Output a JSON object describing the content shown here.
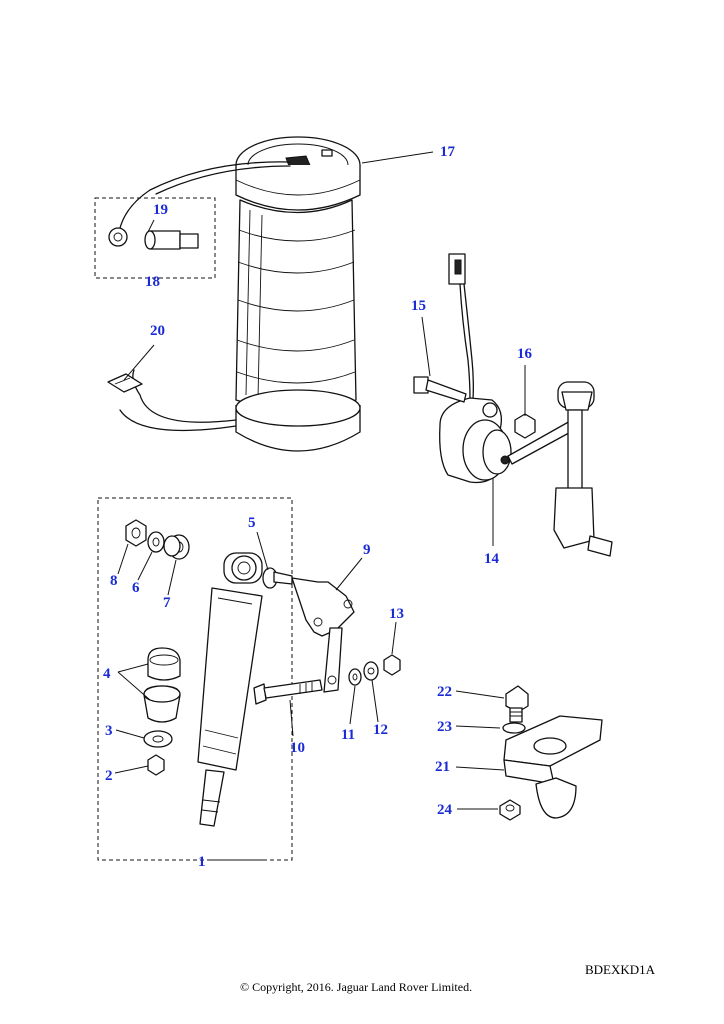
{
  "diagram": {
    "callouts": [
      "1",
      "2",
      "3",
      "4",
      "5",
      "6",
      "7",
      "8",
      "9",
      "10",
      "11",
      "12",
      "13",
      "14",
      "15",
      "16",
      "17",
      "18",
      "19",
      "20",
      "21",
      "22",
      "23",
      "24"
    ],
    "reference_code": "BDEXKD1A",
    "copyright": "© Copyright, 2016. Jaguar Land Rover Limited.",
    "label_color": "#1a2bd6"
  }
}
